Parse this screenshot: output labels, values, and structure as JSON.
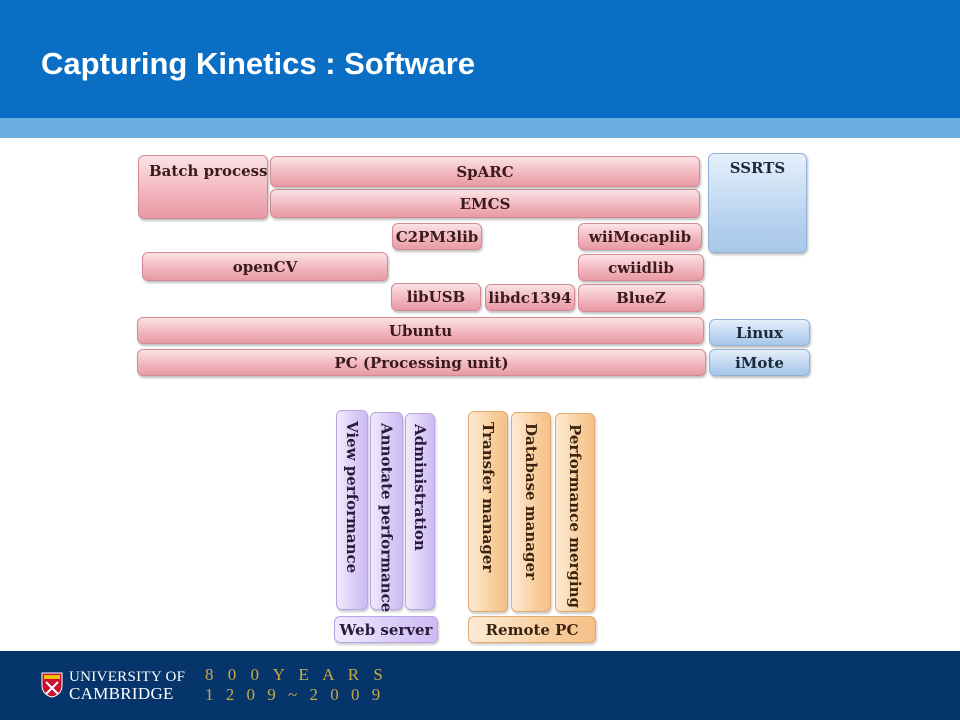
{
  "slide": {
    "title": "Capturing Kinetics : Software"
  },
  "diagram": {
    "batch_process": "Batch process",
    "sparc": "SpARC",
    "emcs": "EMCS",
    "ssrts": "SSRTS",
    "c2pm3lib": "C2PM3lib",
    "wiimocaplib": "wiiMocaplib",
    "opencv": "openCV",
    "cwiidlib": "cwiidlib",
    "libusb": "libUSB",
    "libdc1394": "libdc1394",
    "bluez": "BlueZ",
    "ubuntu": "Ubuntu",
    "linux": "Linux",
    "pc": "PC (Processing unit)",
    "imote": "iMote",
    "web_group": [
      "View performance",
      "Annotate performance",
      "Administration"
    ],
    "web_server": "Web server",
    "remote_group": [
      "Transfer manager",
      "Database manager",
      "Performance merging"
    ],
    "remote_pc": "Remote PC"
  },
  "footer": {
    "university_line1": "UNIVERSITY OF",
    "university_line2": "CAMBRIDGE",
    "years_line1": "8 0 0 Y E A R S",
    "years_line2": "1 2 0 9 ~ 2 0 0 9",
    "colors": {
      "crest_red": "#c8102e",
      "gold": "#c9a94a",
      "navy": "#06356b"
    }
  },
  "colors": {
    "header_blue": "#0a6fc4",
    "header_stripe": "#6aaee0"
  }
}
